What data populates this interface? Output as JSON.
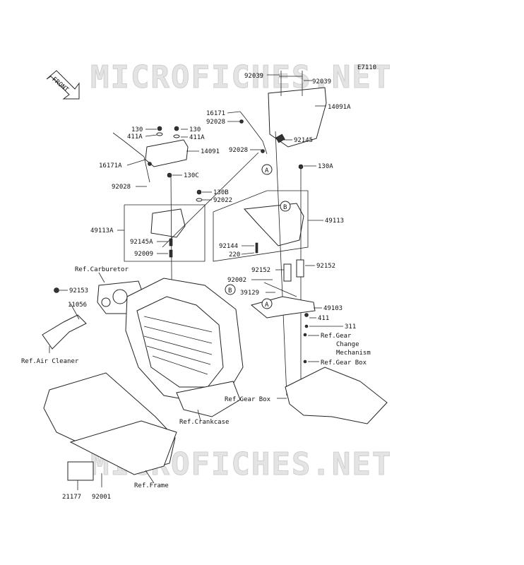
{
  "watermark": "MICROFICHES.NET",
  "diagram_code": "E7110",
  "front_label": "FRONT",
  "parts": [
    {
      "id": "p92039a",
      "text": "92039"
    },
    {
      "id": "p92039b",
      "text": "92039"
    },
    {
      "id": "p14091A",
      "text": "14091A"
    },
    {
      "id": "p16171",
      "text": "16171"
    },
    {
      "id": "p92028a",
      "text": "92028"
    },
    {
      "id": "p130a",
      "text": "130"
    },
    {
      "id": "p130b",
      "text": "130"
    },
    {
      "id": "p411Aa",
      "text": "411A"
    },
    {
      "id": "p411Ab",
      "text": "411A"
    },
    {
      "id": "p14091",
      "text": "14091"
    },
    {
      "id": "p92028b",
      "text": "92028"
    },
    {
      "id": "p92145",
      "text": "92145"
    },
    {
      "id": "p16171A",
      "text": "16171A"
    },
    {
      "id": "p130C",
      "text": "130C"
    },
    {
      "id": "p130A",
      "text": "130A"
    },
    {
      "id": "p92028c",
      "text": "92028"
    },
    {
      "id": "p130B",
      "text": "130B"
    },
    {
      "id": "p92022",
      "text": "92022"
    },
    {
      "id": "p49113A",
      "text": "49113A"
    },
    {
      "id": "p49113",
      "text": "49113"
    },
    {
      "id": "p92145A",
      "text": "92145A"
    },
    {
      "id": "p92009",
      "text": "92009"
    },
    {
      "id": "p92144",
      "text": "92144"
    },
    {
      "id": "p220",
      "text": "220"
    },
    {
      "id": "p92152a",
      "text": "92152"
    },
    {
      "id": "p92152b",
      "text": "92152"
    },
    {
      "id": "p92002",
      "text": "92002"
    },
    {
      "id": "p39129",
      "text": "39129"
    },
    {
      "id": "p49103",
      "text": "49103"
    },
    {
      "id": "p411",
      "text": "411"
    },
    {
      "id": "p311",
      "text": "311"
    },
    {
      "id": "p92153",
      "text": "92153"
    },
    {
      "id": "p11056",
      "text": "11056"
    },
    {
      "id": "p21177",
      "text": "21177"
    },
    {
      "id": "p92001",
      "text": "92001"
    }
  ],
  "refs": [
    {
      "id": "rCarb",
      "text": "Ref.Carburetor"
    },
    {
      "id": "rAir",
      "text": "Ref.Air Cleaner"
    },
    {
      "id": "rGearChange1",
      "text": "Ref.Gear"
    },
    {
      "id": "rGearChange2",
      "text": "Change"
    },
    {
      "id": "rGearChange3",
      "text": "Mechanism"
    },
    {
      "id": "rGearBox1",
      "text": "Ref.Gear Box"
    },
    {
      "id": "rGearBox2",
      "text": "Ref.Gear Box"
    },
    {
      "id": "rCrank",
      "text": "Ref.Crankcase"
    },
    {
      "id": "rFrame",
      "text": "Ref.Frame"
    }
  ],
  "callouts": [
    "A",
    "B",
    "B",
    "A"
  ]
}
